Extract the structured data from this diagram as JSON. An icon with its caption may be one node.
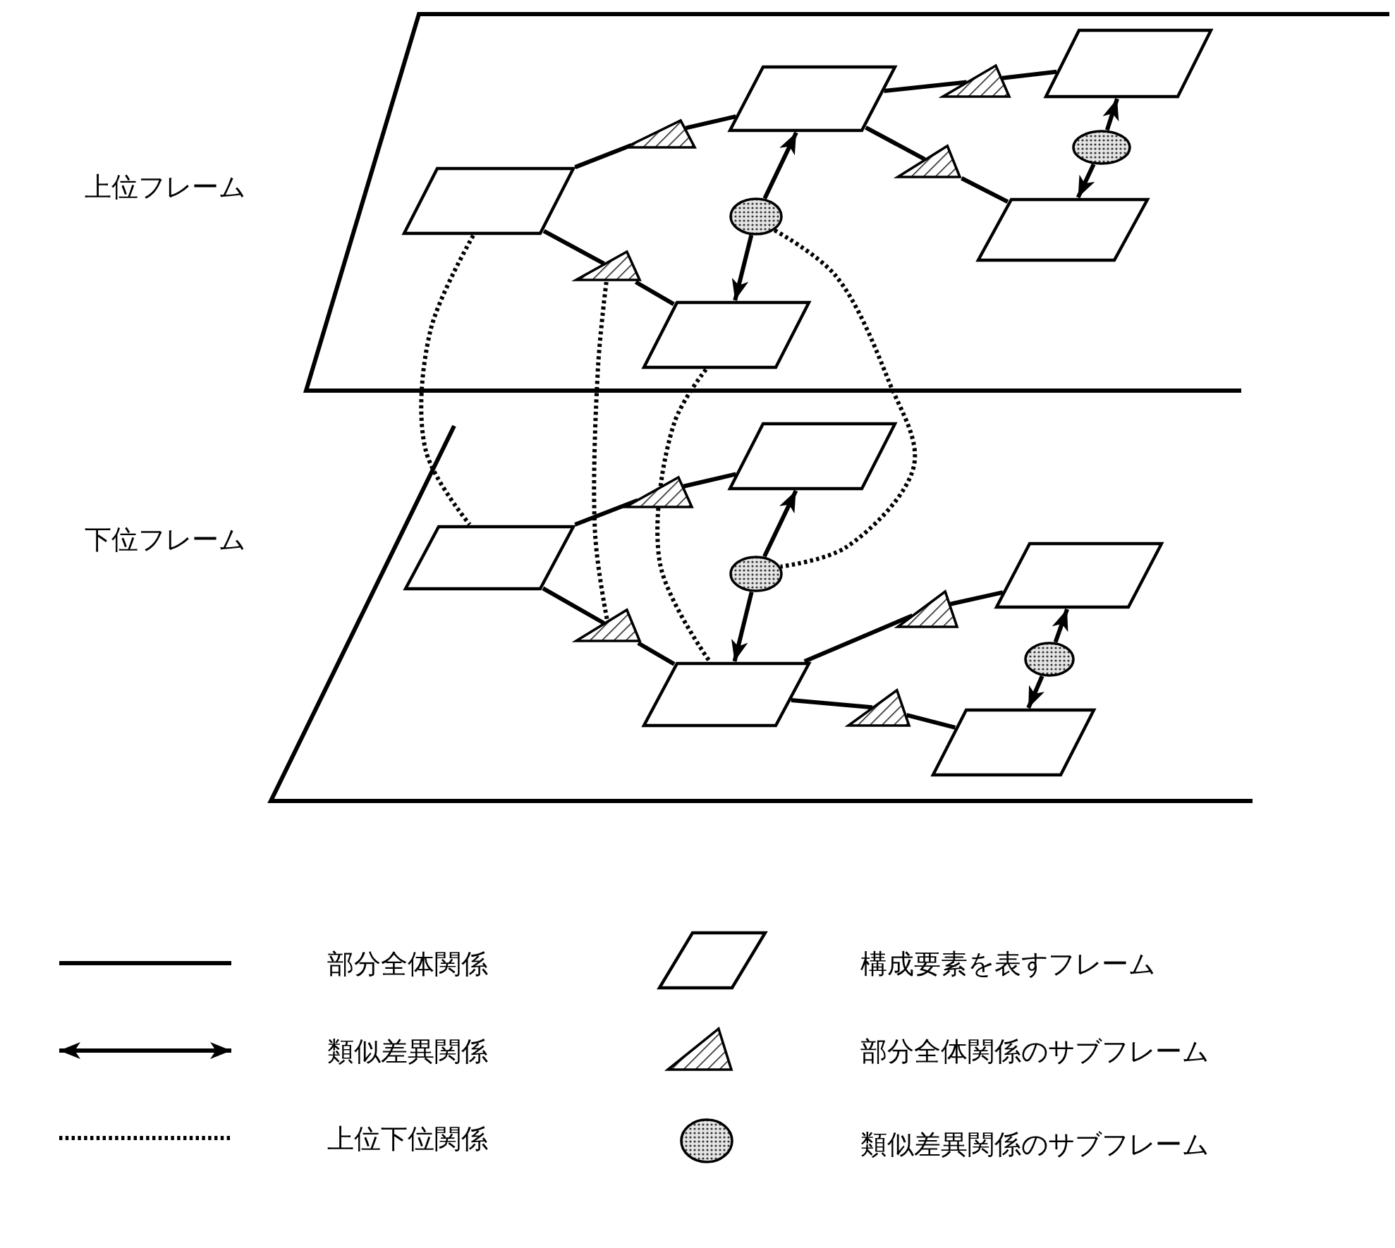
{
  "diagram": {
    "nodes": [
      {
        "text": [
          "上位フレーム"
        ]
      },
      {
        "text": [],
        "shape": "parallelogram",
        "in": 0
      },
      {
        "text": [],
        "shape": "parallelogram",
        "in": 0
      },
      {
        "text": [],
        "shape": "parallelogram",
        "in": 0
      },
      {
        "text": [],
        "shape": "parallelogram",
        "in": 0
      },
      {
        "text": [],
        "shape": "parallelogram",
        "in": 0
      },
      {
        "text": [],
        "shape": "triangle",
        "in": 0
      },
      {
        "text": [],
        "shape": "triangle",
        "in": 0
      },
      {
        "text": [],
        "shape": "triangle",
        "in": 0
      },
      {
        "text": [],
        "shape": "triangle",
        "in": 0
      },
      {
        "text": [],
        "shape": "ellipse",
        "in": 0
      },
      {
        "text": [],
        "shape": "ellipse",
        "in": 0
      },
      {
        "text": [
          "下位フレーム"
        ]
      },
      {
        "text": [],
        "shape": "parallelogram",
        "in": 12
      },
      {
        "text": [],
        "shape": "parallelogram",
        "in": 12
      },
      {
        "text": [],
        "shape": "parallelogram",
        "in": 12
      },
      {
        "text": [],
        "shape": "parallelogram",
        "in": 12
      },
      {
        "text": [],
        "shape": "parallelogram",
        "in": 12
      },
      {
        "text": [],
        "shape": "triangle",
        "in": 12
      },
      {
        "text": [],
        "shape": "triangle",
        "in": 12
      },
      {
        "text": [],
        "shape": "triangle",
        "in": 12
      },
      {
        "text": [],
        "shape": "triangle",
        "in": 12
      },
      {
        "text": [],
        "shape": "ellipse",
        "in": 12
      },
      {
        "text": [],
        "shape": "ellipse",
        "in": 12
      }
    ],
    "edges": [
      {
        "from": 1,
        "to": 6,
        "arrow": "none"
      },
      {
        "from": 6,
        "to": 2,
        "arrow": "none"
      },
      {
        "from": 1,
        "to": 7,
        "arrow": "none"
      },
      {
        "from": 7,
        "to": 5,
        "arrow": "none"
      },
      {
        "from": 2,
        "to": 8,
        "arrow": "none"
      },
      {
        "from": 8,
        "to": 3,
        "arrow": "none"
      },
      {
        "from": 2,
        "to": 9,
        "arrow": "none"
      },
      {
        "from": 9,
        "to": 4,
        "arrow": "none"
      },
      {
        "from": 10,
        "to": 2,
        "arrow": "to"
      },
      {
        "from": 10,
        "to": 5,
        "arrow": "to"
      },
      {
        "from": 11,
        "to": 3,
        "arrow": "to"
      },
      {
        "from": 11,
        "to": 4,
        "arrow": "to"
      },
      {
        "from": 13,
        "to": 18,
        "arrow": "none"
      },
      {
        "from": 18,
        "to": 14,
        "arrow": "none"
      },
      {
        "from": 13,
        "to": 19,
        "arrow": "none"
      },
      {
        "from": 19,
        "to": 17,
        "arrow": "none"
      },
      {
        "from": 17,
        "to": 20,
        "arrow": "none"
      },
      {
        "from": 20,
        "to": 15,
        "arrow": "none"
      },
      {
        "from": 17,
        "to": 21,
        "arrow": "none"
      },
      {
        "from": 21,
        "to": 16,
        "arrow": "none"
      },
      {
        "from": 22,
        "to": 14,
        "arrow": "to"
      },
      {
        "from": 22,
        "to": 17,
        "arrow": "to"
      },
      {
        "from": 23,
        "to": 15,
        "arrow": "to"
      },
      {
        "from": 23,
        "to": 16,
        "arrow": "to"
      },
      {
        "from": 1,
        "to": 13,
        "arrow": "none",
        "style": "dashed"
      },
      {
        "from": 7,
        "to": 19,
        "arrow": "none",
        "style": "dashed"
      },
      {
        "from": 5,
        "to": 17,
        "arrow": "none",
        "style": "dashed"
      },
      {
        "from": 10,
        "to": 22,
        "arrow": "none",
        "style": "dashed"
      }
    ],
    "legend": [
      {
        "text": "部分全体関係"
      },
      {
        "text": "類似差異関係"
      },
      {
        "text": "上位下位関係"
      },
      {
        "text": "構成要素を表すフレーム"
      },
      {
        "text": "部分全体関係のサブフレーム"
      },
      {
        "text": "類似差異関係のサブフレーム"
      }
    ]
  }
}
